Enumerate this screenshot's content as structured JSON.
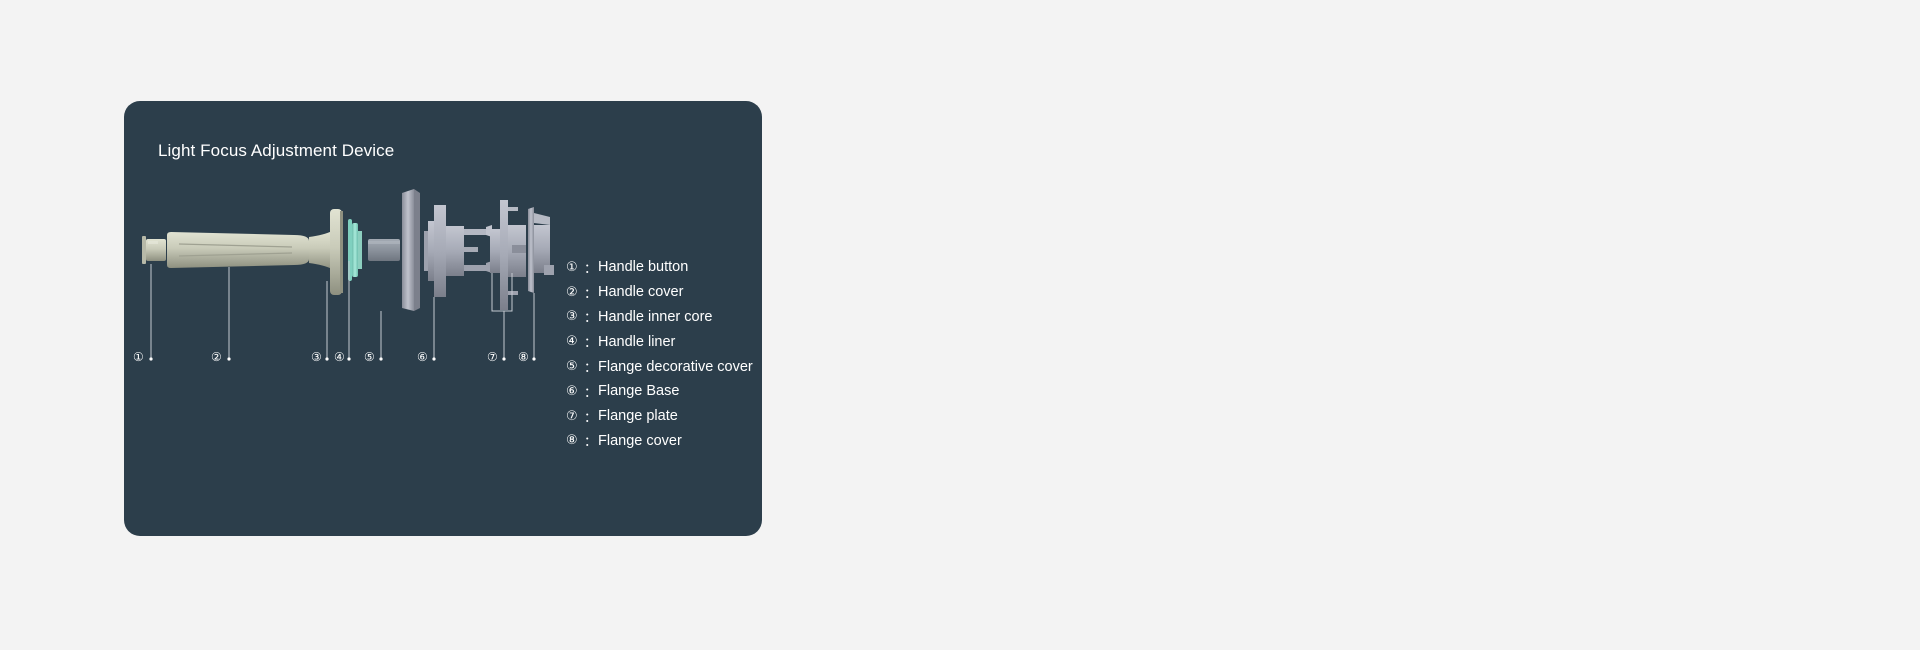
{
  "title": "Light Focus Adjustment Device",
  "parts": [
    {
      "num": "①",
      "sep": "：",
      "name": "Handle button"
    },
    {
      "num": "②",
      "sep": "：",
      "name": "Handle cover"
    },
    {
      "num": "③",
      "sep": "：",
      "name": "Handle inner core"
    },
    {
      "num": "④",
      "sep": "：",
      "name": "Handle liner"
    },
    {
      "num": "⑤",
      "sep": "：",
      "name": "Flange decorative cover"
    },
    {
      "num": "⑥",
      "sep": "：",
      "name": "Flange Base"
    },
    {
      "num": "⑦",
      "sep": "：",
      "name": "Flange plate"
    },
    {
      "num": "⑧",
      "sep": "：",
      "name": "Flange cover"
    }
  ],
  "colors": {
    "page_background": "#f3f3f3",
    "card_background": "#2c3e4b",
    "handle_color": "#c6c8b6",
    "inner_core_color": "#8fd8c8",
    "metal_color": "#a9adb8",
    "text_color": "#ffffff"
  }
}
